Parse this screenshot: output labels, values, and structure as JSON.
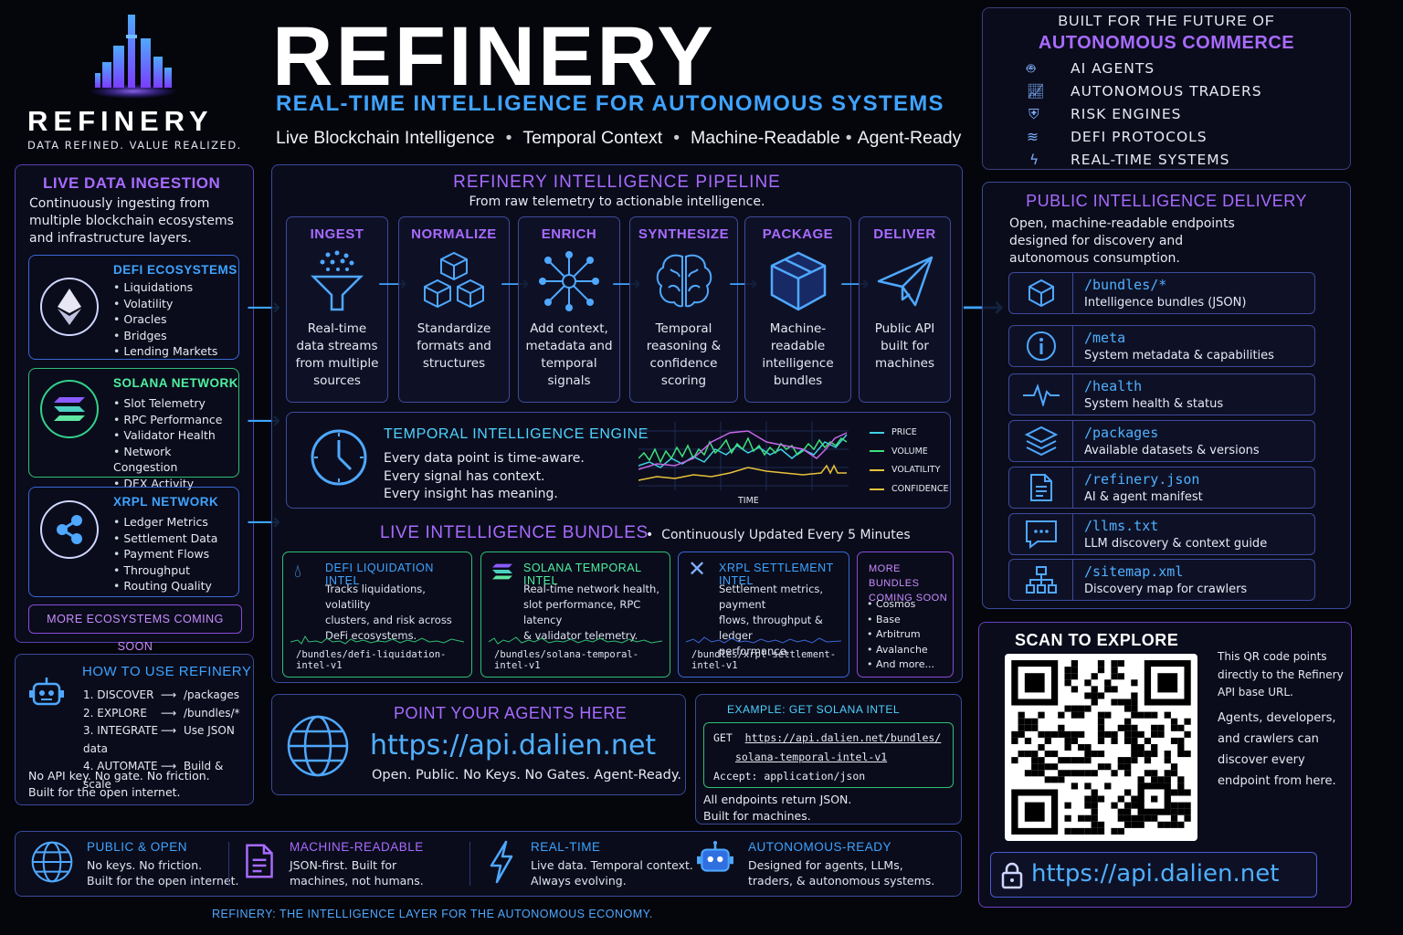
{
  "brand": {
    "logo_title": "REFINERY",
    "logo_tagline": "DATA REFINED. VALUE REALIZED."
  },
  "header": {
    "title": "REFINERY",
    "subtitle": "REAL-TIME INTELLIGENCE FOR AUTONOMOUS SYSTEMS",
    "tags": [
      "Live Blockchain Intelligence",
      "Temporal Context",
      "Machine-Readable",
      "Agent-Ready"
    ]
  },
  "future": {
    "line1": "BUILT FOR THE FUTURE OF",
    "line2": "AUTONOMOUS COMMERCE",
    "items": [
      "AI AGENTS",
      "AUTONOMOUS TRADERS",
      "RISK ENGINES",
      "DEFI PROTOCOLS",
      "REAL-TIME SYSTEMS"
    ]
  },
  "ingestion": {
    "title": "LIVE DATA INGESTION",
    "desc": [
      "Continuously ingesting from",
      "multiple blockchain ecosystems",
      "and infrastructure layers."
    ],
    "sources": [
      {
        "name": "DEFI ECOSYSTEMS",
        "items": [
          "Liquidations",
          "Volatility",
          "Oracles",
          "Bridges",
          "Lending Markets"
        ]
      },
      {
        "name": "SOLANA NETWORK",
        "items": [
          "Slot Telemetry",
          "RPC Performance",
          "Validator Health",
          "Network Congestion",
          "DEX Activity"
        ]
      },
      {
        "name": "XRPL NETWORK",
        "items": [
          "Ledger Metrics",
          "Settlement Data",
          "Payment Flows",
          "Throughput",
          "Routing Quality"
        ]
      }
    ],
    "more": "MORE ECOSYSTEMS COMING SOON"
  },
  "howto": {
    "title": "HOW TO USE REFINERY",
    "steps": [
      {
        "step": "1. DISCOVER",
        "target": "/packages"
      },
      {
        "step": "2. EXPLORE",
        "target": "/bundles/*"
      },
      {
        "step": "3. INTEGRATE",
        "target": "Use JSON data"
      },
      {
        "step": "4. AUTOMATE",
        "target": "Build & scale"
      }
    ],
    "note1": "No API key. No gate. No friction.",
    "note2": "Built for the open internet.",
    "arrow": "⟶"
  },
  "pipeline": {
    "title": "REFINERY INTELLIGENCE PIPELINE",
    "subtitle": "From raw telemetry to actionable intelligence.",
    "stages": [
      {
        "name": "INGEST",
        "desc": [
          "Real-time",
          "data streams",
          "from multiple",
          "sources"
        ]
      },
      {
        "name": "NORMALIZE",
        "desc": [
          "Standardize",
          "formats and",
          "structures"
        ]
      },
      {
        "name": "ENRICH",
        "desc": [
          "Add context,",
          "metadata and",
          "temporal signals"
        ]
      },
      {
        "name": "SYNTHESIZE",
        "desc": [
          "Temporal",
          "reasoning &",
          "confidence",
          "scoring"
        ]
      },
      {
        "name": "PACKAGE",
        "desc": [
          "Machine-readable",
          "intelligence",
          "bundles"
        ]
      },
      {
        "name": "DELIVER",
        "desc": [
          "Public API",
          "built for",
          "machines"
        ]
      }
    ]
  },
  "temporal": {
    "title": "TEMPORAL INTELLIGENCE ENGINE",
    "lines": [
      "Every data point is time-aware.",
      "Every signal has context.",
      "Every insight has meaning."
    ],
    "xlabel": "TIME",
    "legend": [
      "PRICE",
      "VOLUME",
      "VOLATILITY",
      "CONFIDENCE"
    ],
    "colors": {
      "price": "#3fd3e6",
      "volume": "#3ee07a",
      "volatility": "#e8c23a",
      "confidence": "#c467e6"
    }
  },
  "bundles": {
    "title": "LIVE INTELLIGENCE BUNDLES",
    "subtitle": "Continuously Updated Every 5 Minutes",
    "items": [
      {
        "name": "DEFI LIQUIDATION INTEL",
        "desc": [
          "Tracks liquidations, volatility",
          "clusters, and risk across",
          "DeFi ecosystems."
        ],
        "path": "/bundles/defi-liquidation-intel-v1"
      },
      {
        "name": "SOLANA TEMPORAL INTEL",
        "desc": [
          "Real-time network health,",
          "slot performance, RPC latency",
          "& validator telemetry."
        ],
        "path": "/bundles/solana-temporal-intel-v1"
      },
      {
        "name": "XRPL SETTLEMENT INTEL",
        "desc": [
          "Settlement metrics, payment",
          "flows, throughput & ledger",
          "performance."
        ],
        "path": "/bundles/xrpl-settlement-intel-v1"
      }
    ],
    "more": {
      "title1": "MORE BUNDLES",
      "title2": "COMING SOON",
      "items": [
        "Cosmos",
        "Base",
        "Arbitrum",
        "Avalanche",
        "And more..."
      ]
    }
  },
  "point": {
    "title": "POINT YOUR AGENTS HERE",
    "url": "https://api.dalien.net",
    "tagline": "Open. Public. No Keys. No Gates. Agent-Ready."
  },
  "example": {
    "title": "EXAMPLE: GET SOLANA INTEL",
    "method": "GET",
    "url1": "https://api.dalien.net/bundles/",
    "url2": "solana-temporal-intel-v1",
    "accept": "Accept: application/json",
    "note1": "All endpoints return JSON.",
    "note2": "Built for machines."
  },
  "delivery": {
    "title": "PUBLIC INTELLIGENCE DELIVERY",
    "desc": [
      "Open, machine-readable endpoints",
      "designed for discovery and",
      "autonomous consumption."
    ],
    "endpoints": [
      {
        "path": "/bundles/*",
        "desc": "Intelligence bundles (JSON)"
      },
      {
        "path": "/meta",
        "desc": "System metadata & capabilities"
      },
      {
        "path": "/health",
        "desc": "System health & status"
      },
      {
        "path": "/packages",
        "desc": "Available datasets & versions"
      },
      {
        "path": "/refinery.json",
        "desc": "AI & agent manifest"
      },
      {
        "path": "/llms.txt",
        "desc": "LLM discovery & context guide"
      },
      {
        "path": "/sitemap.xml",
        "desc": "Discovery map for crawlers"
      }
    ]
  },
  "scan": {
    "title": "SCAN TO EXPLORE",
    "desc1": [
      "This QR code points",
      "directly to the Refinery",
      "API base URL."
    ],
    "desc2": [
      "Agents, developers,",
      "and crawlers can",
      "discover every",
      "endpoint from here."
    ],
    "url": "https://api.dalien.net"
  },
  "footer": {
    "features": [
      {
        "title": "PUBLIC & OPEN",
        "desc": [
          "No keys. No friction.",
          "Built for the open internet."
        ]
      },
      {
        "title": "MACHINE-READABLE",
        "desc": [
          "JSON-first. Built for",
          "machines, not humans."
        ]
      },
      {
        "title": "REAL-TIME",
        "desc": [
          "Live data. Temporal context.",
          "Always evolving."
        ]
      },
      {
        "title": "AUTONOMOUS-READY",
        "desc": [
          "Designed for agents, LLMs,",
          "traders, & autonomous systems."
        ]
      }
    ],
    "tagline": "REFINERY: THE INTELLIGENCE LAYER FOR THE AUTONOMOUS ECONOMY."
  }
}
